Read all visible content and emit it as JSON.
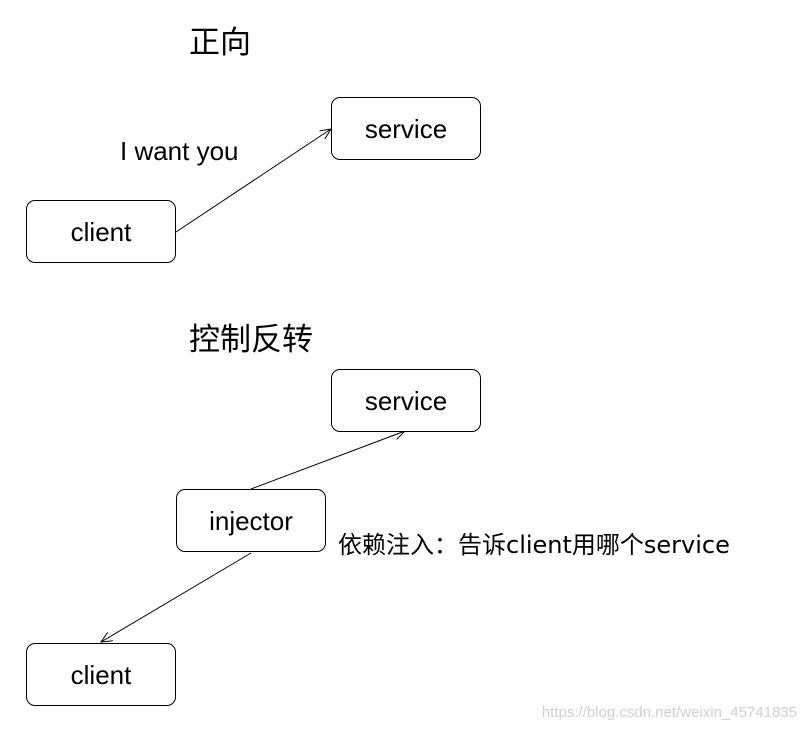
{
  "forward": {
    "title": "正向",
    "service_label": "service",
    "client_label": "client",
    "edge_label": "I want you"
  },
  "ioc": {
    "title": "控制反转",
    "service_label": "service",
    "injector_label": "injector",
    "client_label": "client",
    "note": "依赖注入：告诉client用哪个service"
  },
  "watermark": "https://blog.csdn.net/weixin_45741835"
}
